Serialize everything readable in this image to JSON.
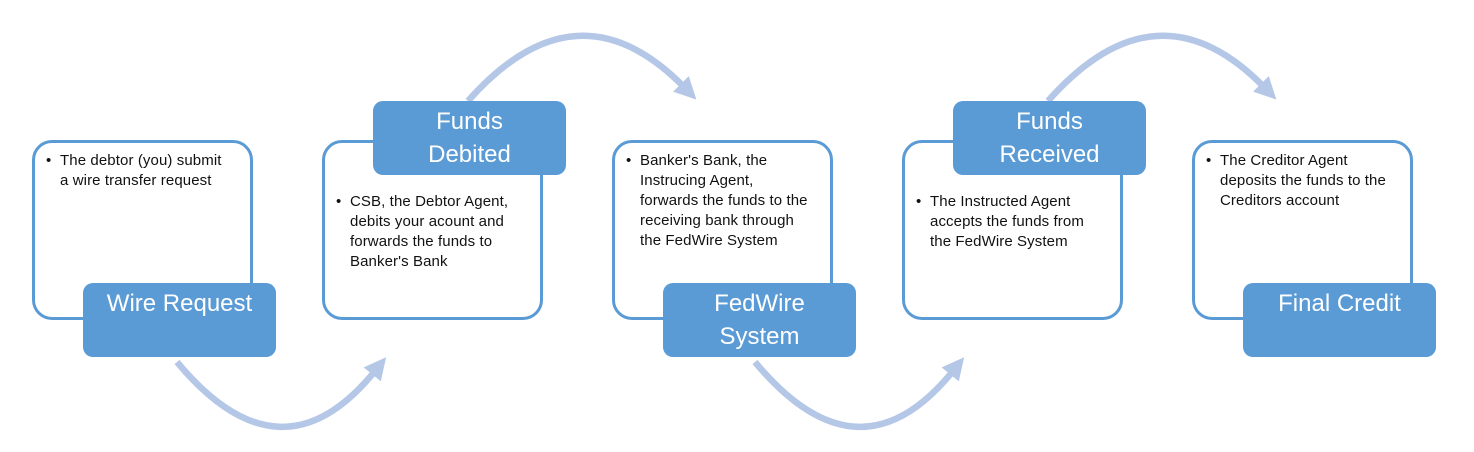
{
  "diagram": {
    "type": "process-flow",
    "colors": {
      "accent": "#5b9bd5",
      "arrow": "#b4c7e7",
      "text": "#111111",
      "background": "#ffffff",
      "label_text": "#ffffff"
    },
    "stages": [
      {
        "label": "Wire Request",
        "label_position": "bottom",
        "bullet": "The debtor (you) submit a wire transfer request"
      },
      {
        "label": "Funds\nDebited",
        "label_position": "top",
        "bullet": "CSB, the Debtor Agent, debits your acount and forwards the funds to Banker's Bank"
      },
      {
        "label": "FedWire\nSystem",
        "label_position": "bottom",
        "bullet": "Banker's Bank, the Instrucing Agent, forwards the funds to the receiving bank through the FedWire System"
      },
      {
        "label": "Funds\nReceived",
        "label_position": "top",
        "bullet": "The Instructed Agent accepts the funds from the FedWire System"
      },
      {
        "label": "Final Credit",
        "label_position": "bottom",
        "bullet": "The Creditor Agent deposits the funds to the Creditors account"
      }
    ],
    "connectors": [
      {
        "from": "Wire Request",
        "to": "Funds Debited",
        "curve": "below"
      },
      {
        "from": "Funds Debited",
        "to": "FedWire System",
        "curve": "above"
      },
      {
        "from": "FedWire System",
        "to": "Funds Received",
        "curve": "below"
      },
      {
        "from": "Funds Received",
        "to": "Final Credit",
        "curve": "above"
      }
    ]
  }
}
